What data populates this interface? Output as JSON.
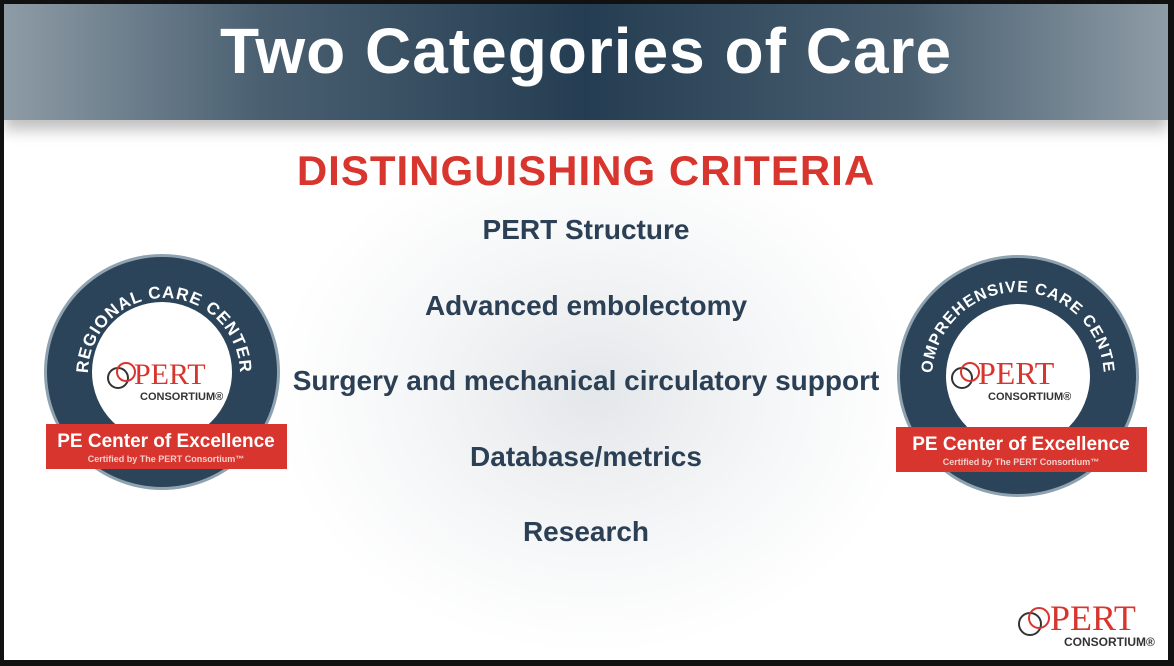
{
  "title": "Two Categories of Care",
  "subtitle": "DISTINGUISHING CRITERIA",
  "criteria": [
    "PERT Structure",
    "Advanced embolectomy",
    "Surgery and mechanical circulatory support",
    "Database/metrics",
    "Research"
  ],
  "badges": [
    {
      "arc_text": "REGIONAL CARE CENTER",
      "logo_main": "PERT",
      "logo_sub": "CONSORTIUM®",
      "banner_title": "PE Center of Excellence",
      "banner_sub": "Certified by The PERT Consortium™"
    },
    {
      "arc_text": "COMPREHENSIVE CARE CENTER",
      "logo_main": "PERT",
      "logo_sub": "CONSORTIUM®",
      "banner_title": "PE Center of Excellence",
      "banner_sub": "Certified by The PERT Consortium™"
    }
  ],
  "corner_logo": {
    "main": "PERT",
    "sub": "CONSORTIUM®"
  },
  "colors": {
    "navy": "#2b4459",
    "red": "#d7352d",
    "header_dark": "#253d52"
  }
}
